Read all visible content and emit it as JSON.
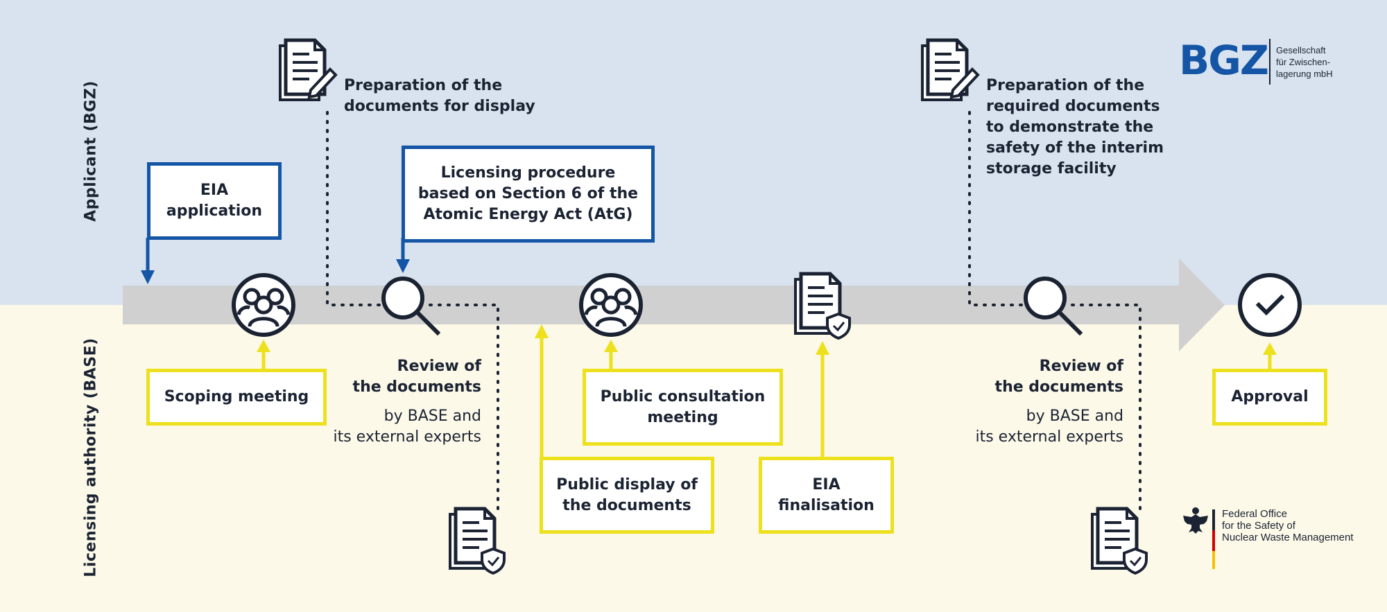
{
  "lanes": {
    "applicant": "Applicant (BGZ)",
    "authority": "Licensing authority (BASE)"
  },
  "applicant_steps": {
    "eia_application": [
      "EIA",
      "application"
    ],
    "prep_display": [
      "Preparation of the",
      "documents for display"
    ],
    "licensing_procedure": [
      "Licensing procedure",
      "based on Section 6 of the",
      "Atomic Energy Act (AtG)"
    ],
    "prep_safety": [
      "Preparation of the",
      "required documents",
      "to demonstrate the",
      "safety of the interim",
      "storage facility"
    ]
  },
  "authority_steps": {
    "scoping_meeting": "Scoping meeting",
    "review_1": {
      "title": [
        "Review of",
        "the documents"
      ],
      "detail": [
        "by BASE and",
        "its external experts"
      ]
    },
    "public_display": [
      "Public display of",
      "the documents"
    ],
    "public_consultation": [
      "Public consultation",
      "meeting"
    ],
    "eia_finalisation": [
      "EIA",
      "finalisation"
    ],
    "review_2": {
      "title": [
        "Review of",
        "the documents"
      ],
      "detail": [
        "by BASE and",
        "its external experts"
      ]
    },
    "approval": "Approval"
  },
  "logos": {
    "bgz": {
      "mark": "BGZ",
      "subtitle": [
        "Gesellschaft",
        "für Zwischen-",
        "lagerung mbH"
      ]
    },
    "base": {
      "text": [
        "Federal Office",
        "for the Safety of",
        "Nuclear Waste Management"
      ]
    }
  },
  "colors": {
    "applicant_band": "#d8e3ef",
    "authority_band": "#fcf9e8",
    "timeline_arrow": "#d0d0d0",
    "applicant_accent": "#1555a6",
    "authority_accent": "#ede01c",
    "icon_ink": "#1b2333"
  },
  "icons": [
    "people-icon",
    "magnifier-icon",
    "document-pen-icon",
    "document-shield-icon",
    "checkmark-icon",
    "eagle-icon"
  ]
}
